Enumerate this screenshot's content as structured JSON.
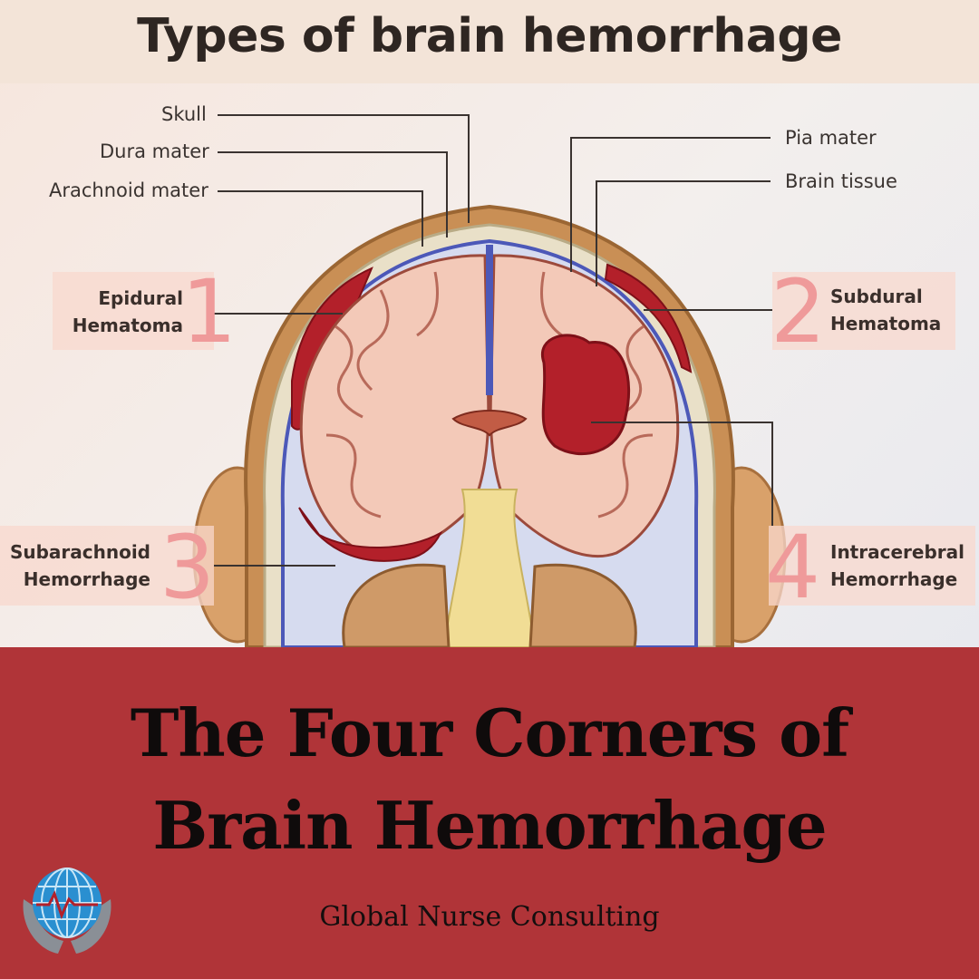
{
  "title": "Types of brain hemorrhage",
  "anatomy_labels": {
    "skull": "Skull",
    "dura_mater": "Dura mater",
    "arachnoid_mater": "Arachnoid mater",
    "pia_mater": "Pia mater",
    "brain_tissue": "Brain tissue"
  },
  "types": [
    {
      "number": "1",
      "line1": "Epidural",
      "line2": "Hematoma"
    },
    {
      "number": "2",
      "line1": "Subdural",
      "line2": "Hematoma"
    },
    {
      "number": "3",
      "line1": "Subarachnoid",
      "line2": "Hemorrhage"
    },
    {
      "number": "4",
      "line1": "Intracerebral",
      "line2": "Hemorrhage"
    }
  ],
  "headline": {
    "line1": "The Four Corners of",
    "line2": "Brain Hemorrhage"
  },
  "brand": "Global Nurse Consulting",
  "logo_icon": "globe-hands-icon",
  "colors": {
    "banner": "#b03438",
    "blood": "#b3202a",
    "tissue": "#f3c9b8",
    "accent_numbers": "#ef9a9a"
  }
}
